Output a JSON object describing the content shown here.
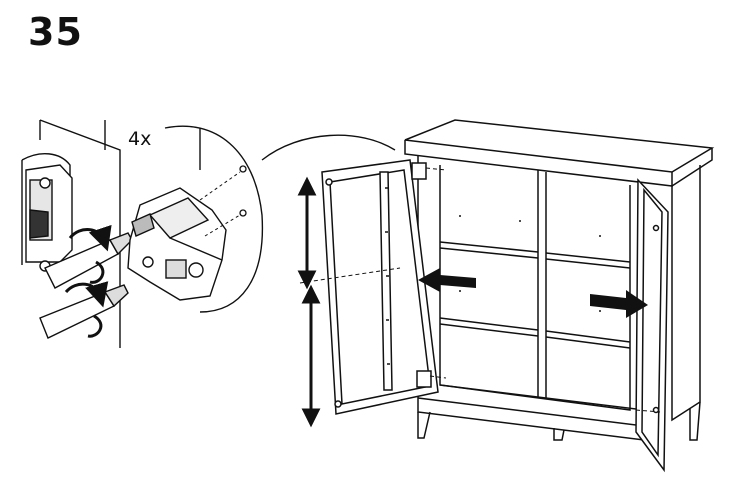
{
  "step": {
    "number": "35"
  },
  "detail": {
    "quantity": "4x"
  },
  "icons": {
    "door_move_left_arrow": "arrow-left",
    "door_move_right_arrow": "arrow-right",
    "height_adjust_arrow": "double-arrow-vertical",
    "screw_turn_arrow": "rotation-arrow"
  }
}
